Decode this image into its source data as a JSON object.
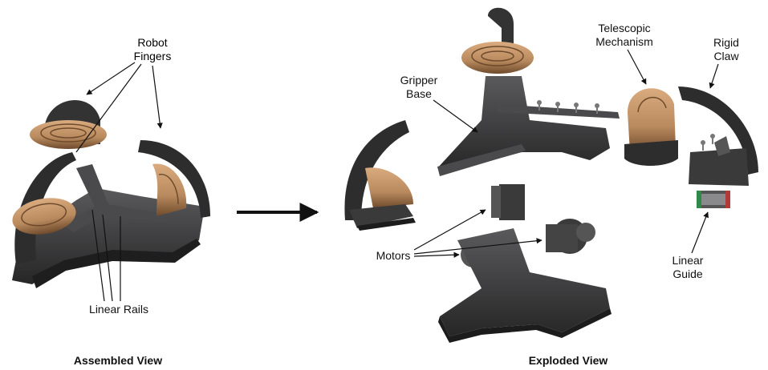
{
  "captions": {
    "assembled": "Assembled View",
    "exploded": "Exploded View"
  },
  "labels": {
    "robot_fingers": [
      "Robot",
      "Fingers"
    ],
    "linear_rails": "Linear Rails",
    "gripper_base": [
      "Gripper",
      "Base"
    ],
    "telescopic_mechanism": [
      "Telescopic",
      "Mechanism"
    ],
    "rigid_claw": [
      "Rigid",
      "Claw"
    ],
    "motors": "Motors",
    "linear_guide": [
      "Linear",
      "Guide"
    ]
  },
  "colors": {
    "body": "#3a3a3b",
    "body_dark": "#262627",
    "body_light": "#5a5a5c",
    "finger_pad": "#b98a5e",
    "finger_pad_dark": "#6e4a2c",
    "guide_green": "#2f8a4a",
    "guide_red": "#b33a3a",
    "arrow": "#111111"
  }
}
